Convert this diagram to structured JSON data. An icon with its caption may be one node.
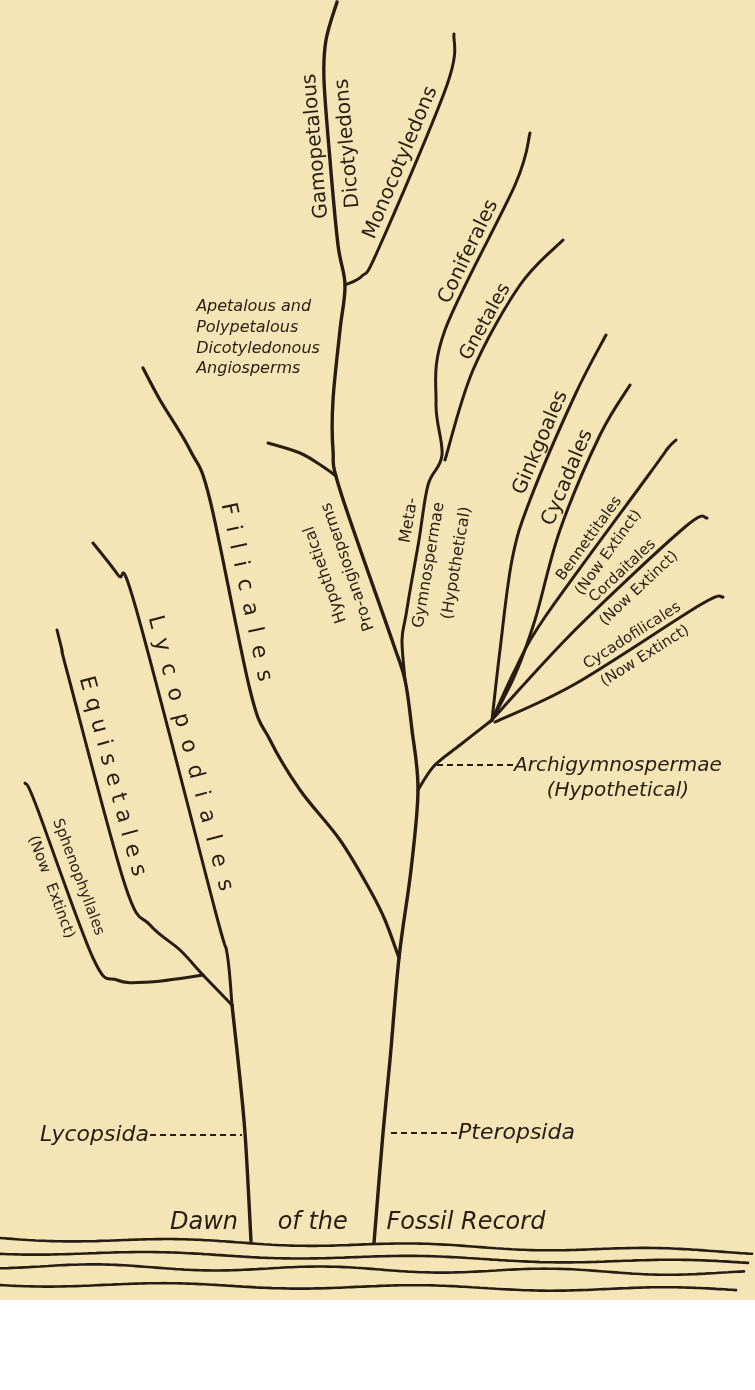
{
  "diagram": {
    "nodes": [
      {
        "text": [
          "Archigymnospermae (Hypothetical)"
        ]
      },
      {
        "text": [
          "Lycopsida"
        ]
      },
      {
        "text": [
          "Pteropsida"
        ]
      }
    ],
    "edges": [
      {
        "from": 0,
        "to": null,
        "arrow": "none",
        "style": "dashed"
      },
      {
        "from": 1,
        "to": null,
        "arrow": "none",
        "style": "dashed"
      },
      {
        "from": 2,
        "to": null,
        "arrow": "none",
        "style": "dashed"
      }
    ],
    "labels": [
      "Gamopetalous Dicotyledons",
      "Monocotyledons",
      "Coniferales",
      "Gnetales",
      "Apetalous and Polypetalous Dicotyledonous Angiosperms",
      "Ginkgoales",
      "Cycadales",
      "Hypothetical Pro-angiosperms",
      "Meta- Gymnospermae (Hypothetical)",
      "Filicales",
      "Bennettitales (Now Extinct)",
      "Cordaitales (Now Extinct)",
      "Cycadofilicales (Now Extinct)",
      "Lycopodiales",
      "Equisetales",
      "Sphenophyllales (Now Extinct)",
      "Dawn of the Fossil Record"
    ]
  }
}
